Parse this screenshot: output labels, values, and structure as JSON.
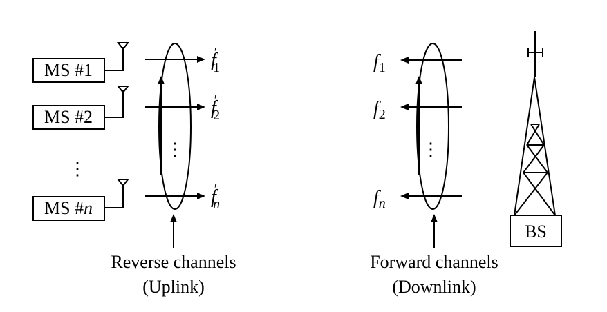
{
  "mobile_stations": [
    {
      "label": "MS #1",
      "base": "MS #",
      "sub": "1",
      "sub_italic": false
    },
    {
      "label": "MS #2",
      "base": "MS #",
      "sub": "2",
      "sub_italic": false
    },
    {
      "label": "MS #n",
      "base": "MS #",
      "sub": "n",
      "sub_italic": true
    }
  ],
  "ellipsis": "⋮",
  "reverse": {
    "freqs": [
      {
        "sym": "f",
        "prime": "′",
        "sub": "1"
      },
      {
        "sym": "f",
        "prime": "′",
        "sub": "2"
      },
      {
        "sym": "f",
        "prime": "′",
        "sub": "n"
      }
    ],
    "caption_line1": "Reverse channels",
    "caption_line2": "(Uplink)"
  },
  "forward": {
    "freqs": [
      {
        "sym": "f",
        "sub": "1"
      },
      {
        "sym": "f",
        "sub": "2"
      },
      {
        "sym": "f",
        "sub": "n"
      }
    ],
    "caption_line1": "Forward channels",
    "caption_line2": "(Downlink)"
  },
  "base_station": {
    "label": "BS"
  }
}
